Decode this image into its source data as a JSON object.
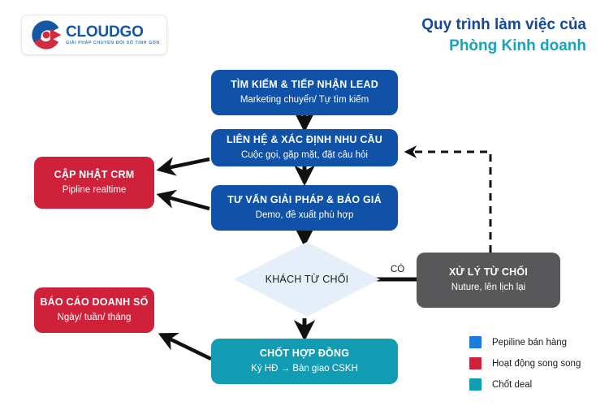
{
  "logo": {
    "mark_icon": "cloudgo-c-mark-icon",
    "wordmark": "CLOUDGO",
    "tagline": "GIẢI PHÁP CHUYỂN ĐỔI SỐ TINH GỌN",
    "blue": "#1457a6",
    "red": "#d32b3e"
  },
  "title": {
    "line1": "Quy trình làm việc của",
    "line2": "Phòng Kinh doanh",
    "line1_color": "#15489a",
    "line2_color": "#19a3b8"
  },
  "nodes": {
    "lead": {
      "title": "TÌM KIẾM & TIẾP NHẬN LEAD",
      "subtitle": "Marketing chuyển/ Tự tìm kiếm",
      "color": "#0f52a8"
    },
    "contact": {
      "title": "LIÊN HỆ & XÁC ĐỊNH NHU CẦU",
      "subtitle": "Cuộc gọi, gặp mặt, đặt câu hỏi",
      "color": "#0f52a8"
    },
    "consult": {
      "title": "TƯ VẤN GIẢI PHÁP & BÁO GIÁ",
      "subtitle": "Demo, đề xuất phù hợp",
      "color": "#0f52a8"
    },
    "crm": {
      "title": "CẬP NHẬT CRM",
      "subtitle": "Pipline realtime",
      "color": "#cf2139"
    },
    "report": {
      "title": "BÁO CÁO DOANH SỐ",
      "subtitle": "Ngày/ tuần/ tháng",
      "color": "#cf2139"
    },
    "decision": {
      "title": "KHÁCH TỪ CHỐI",
      "color": "#e4eff9"
    },
    "reject": {
      "title": "XỬ LÝ TỪ CHỐI",
      "subtitle": "Nuture, lên lịch lại",
      "color": "#58585a"
    },
    "close": {
      "title": "CHỐT HỢP ĐỒNG",
      "subtitle": "Ký HĐ → Bàn giao CSKH",
      "color": "#119cb4"
    }
  },
  "connectors": {
    "yes_label": "CÓ"
  },
  "legend": {
    "items": [
      {
        "label": "Pepiline bán hàng",
        "color": "#1a7ddb"
      },
      {
        "label": "Hoạt động song song",
        "color": "#cf2139"
      },
      {
        "label": "Chốt deal",
        "color": "#119cb4"
      }
    ]
  }
}
